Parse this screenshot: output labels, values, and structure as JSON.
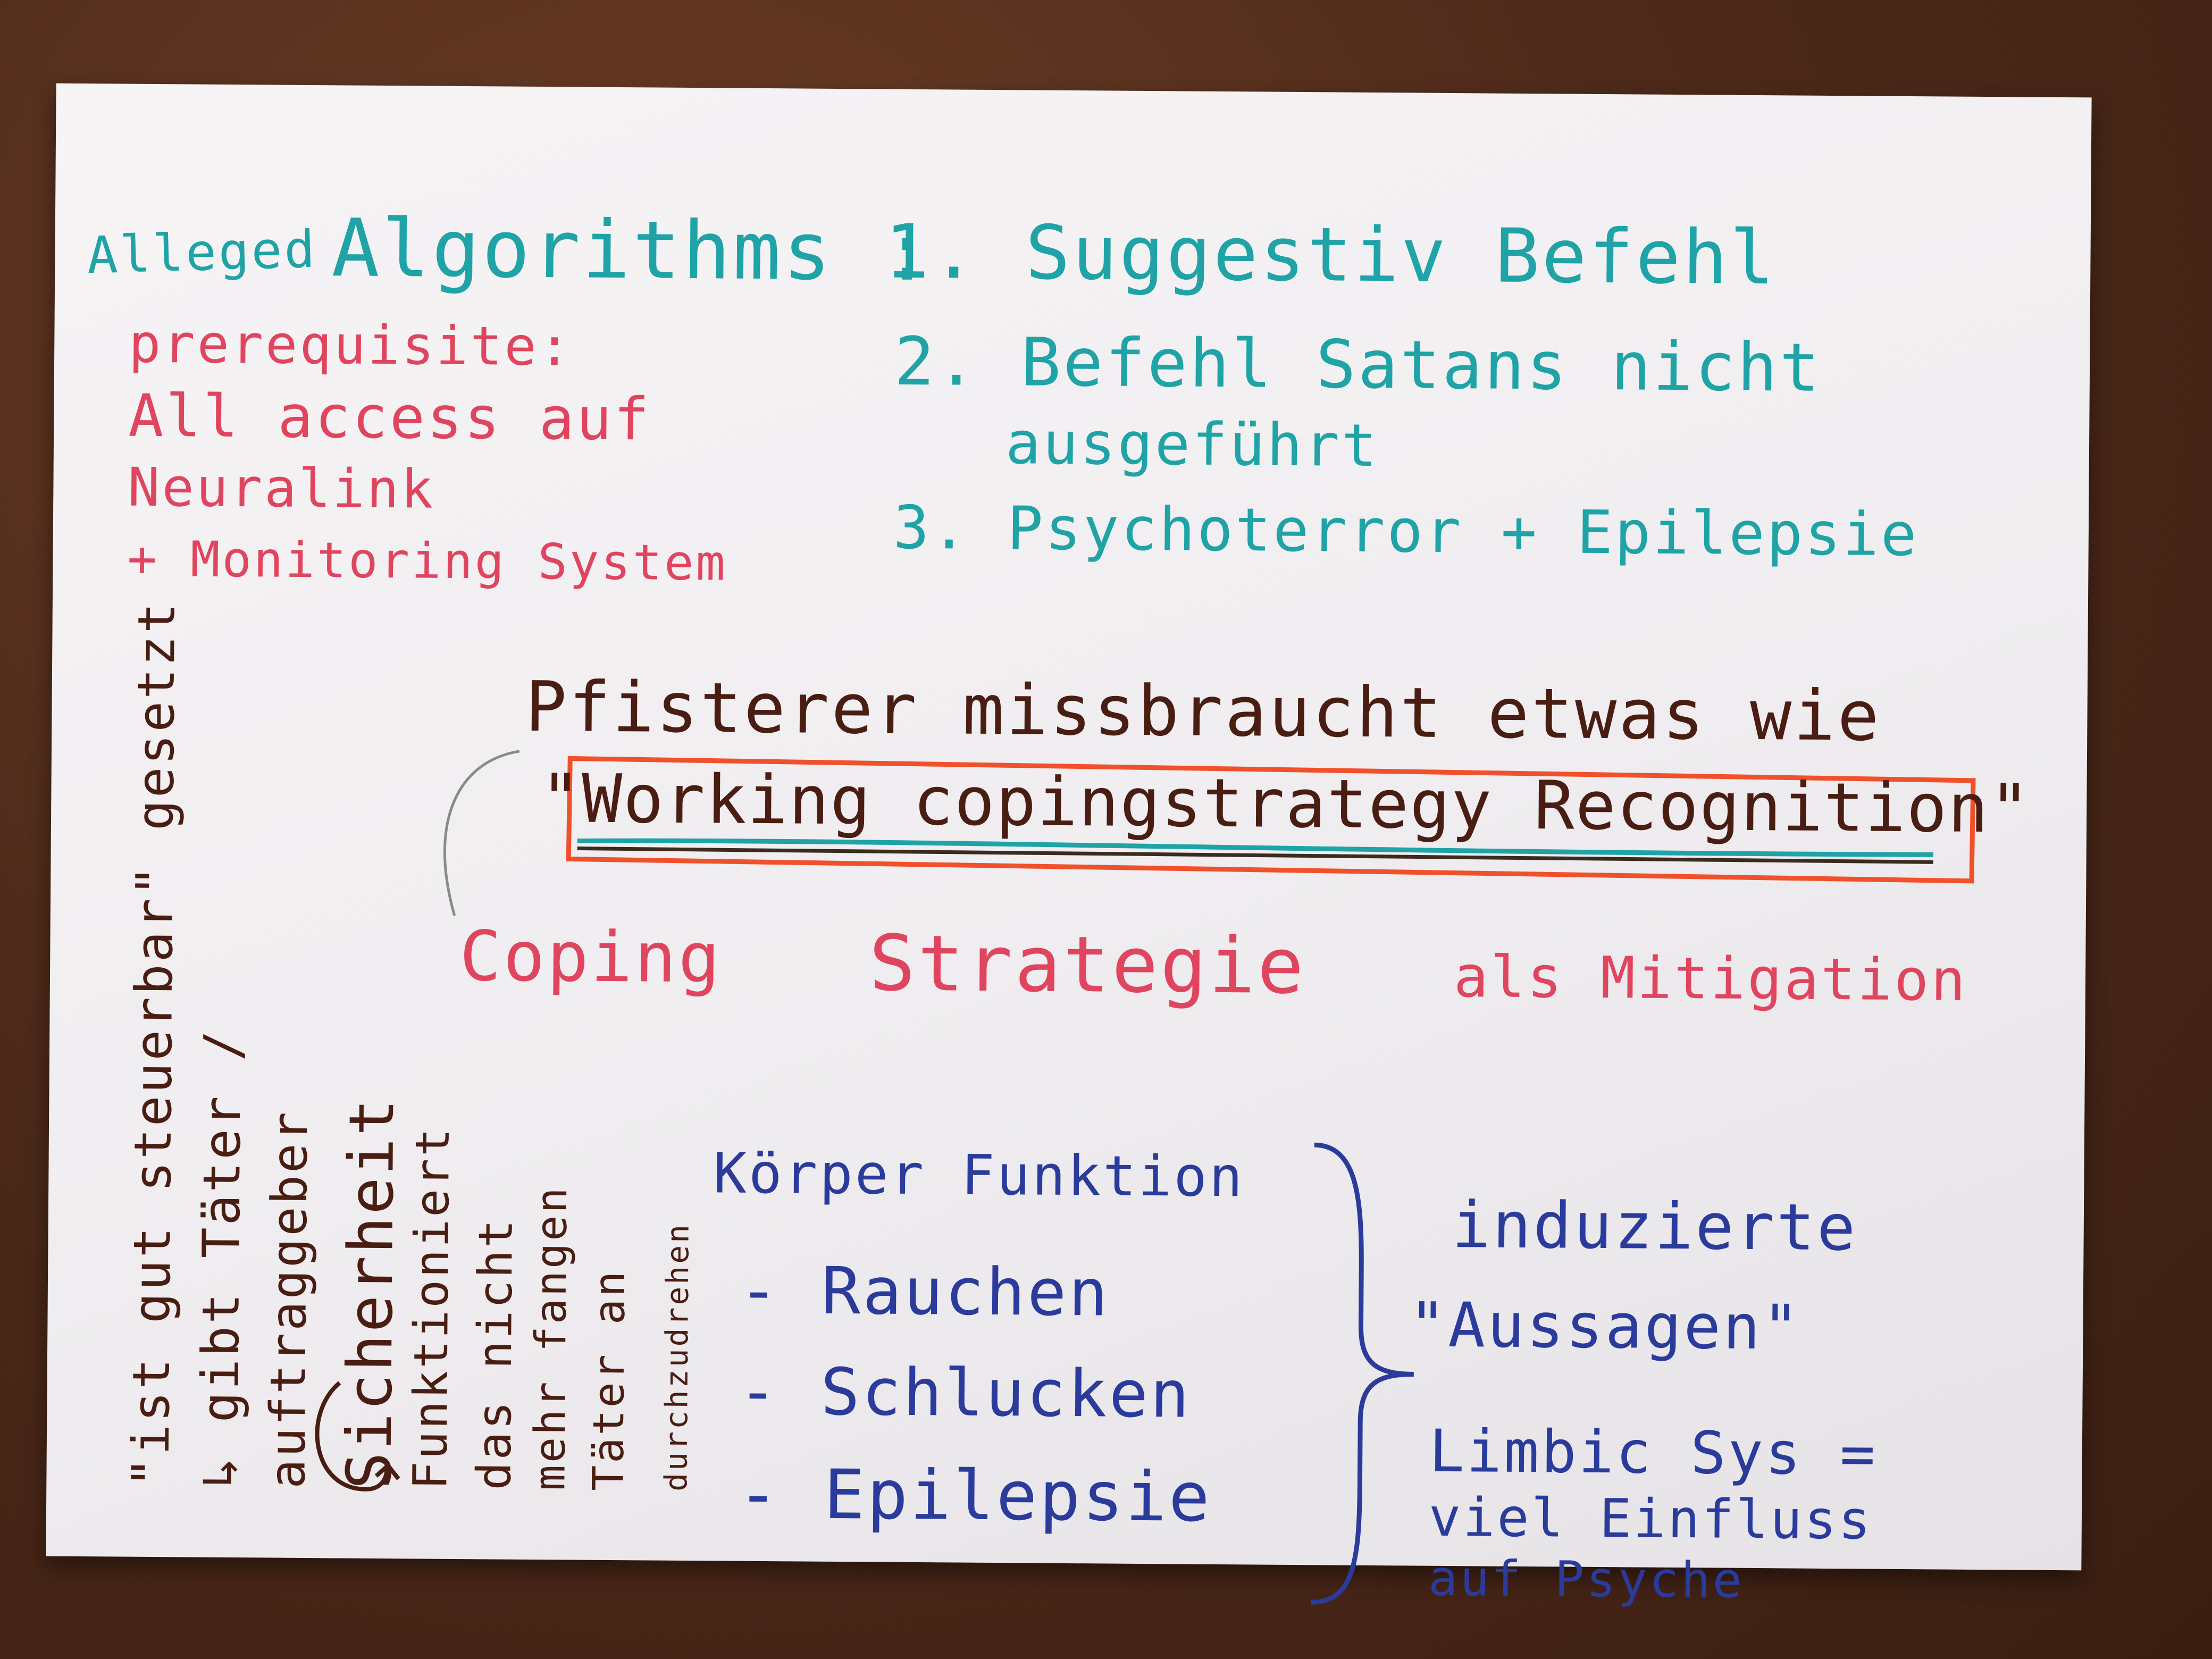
{
  "ink_colors": {
    "teal": "#1fa3a6",
    "pink": "#e0455f",
    "brown": "#4a1d12",
    "blue": "#2a3b9c",
    "orange": "#f0502a"
  },
  "header": {
    "alleged": "Alleged",
    "algorithms": "Algorithms :",
    "steps": [
      "1. Suggestiv Befehl",
      "2. Befehl Satans nicht",
      "ausgeführt",
      "3. Psychoterror + Epilepsie"
    ]
  },
  "prerequisite": {
    "label": "prerequisite:",
    "lines": [
      "All access auf",
      "Neuralink",
      "+ Monitoring System"
    ]
  },
  "main": {
    "line1": "Pfisterer missbraucht etwas wie",
    "line2": "\"Working copingstrategy Recognition\""
  },
  "coping": {
    "word1": "Coping",
    "word2": "Strategie",
    "suffix": "als Mitigation"
  },
  "left_notes": [
    "\"ist gut steuerbar\" gesetzt",
    "↳ gibt Täter /",
    "auftraggeber",
    "Sicherheit",
    "Funktioniert",
    "das nicht",
    "mehr fangen",
    "Täter an",
    "durchzudrehen"
  ],
  "body_functions": {
    "title": "Körper Funktion",
    "items": [
      "- Rauchen",
      "- Schlucken",
      "- Epilepsie"
    ]
  },
  "right_notes": [
    "induzierte",
    "\"Aussagen\"",
    "Limbic Sys =",
    "viel Einfluss",
    "auf Psyche"
  ]
}
